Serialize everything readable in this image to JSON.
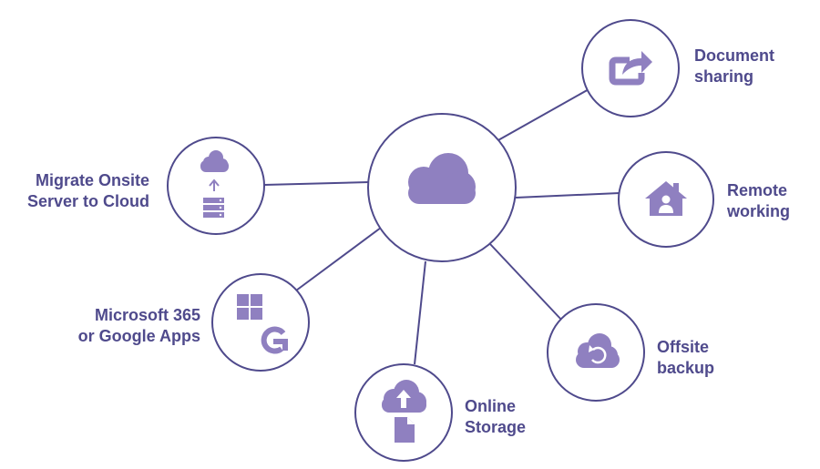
{
  "colors": {
    "stroke": "#4f4a8c",
    "icon": "#8f80c0",
    "text": "#4f4a8c",
    "background": "#ffffff"
  },
  "hub": {
    "icon": "cloud-icon"
  },
  "nodes": [
    {
      "id": "document-sharing",
      "icon": "share-icon",
      "label": [
        "Document",
        "sharing"
      ]
    },
    {
      "id": "remote-working",
      "icon": "house-user-icon",
      "label": [
        "Remote",
        "working"
      ]
    },
    {
      "id": "offsite-backup",
      "icon": "cloud-backup-icon",
      "label": [
        "Offsite",
        "backup"
      ]
    },
    {
      "id": "online-storage",
      "icon": "cloud-upload-file-icon",
      "label": [
        "Online",
        "Storage"
      ]
    },
    {
      "id": "microsoft-google",
      "icon": "windows-google-icon",
      "label": [
        "Microsoft 365",
        "or Google Apps"
      ]
    },
    {
      "id": "migrate-server",
      "icon": "cloud-server-migrate-icon",
      "label": [
        "Migrate Onsite",
        "Server to Cloud"
      ]
    }
  ]
}
